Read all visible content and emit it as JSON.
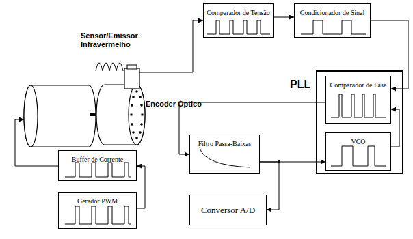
{
  "diagram": {
    "nodes": [
      {
        "text": [
          "Comparador de Tensão"
        ]
      },
      {
        "text": [
          "Condicionador de Sinal"
        ]
      },
      {
        "text": [
          "PLL"
        ]
      },
      {
        "text": [
          "Comparador de Fase"
        ],
        "in": 2
      },
      {
        "text": [
          "VCO"
        ],
        "in": 2
      },
      {
        "text": [
          "Filtro Passa-Baixas"
        ]
      },
      {
        "text": [
          "Buffer de Corrente"
        ]
      },
      {
        "text": [
          "Conversor A/D"
        ]
      },
      {
        "text": [
          "Gerador PWM"
        ]
      }
    ],
    "edges": [
      {
        "from": 0,
        "to": 1,
        "arrow": "to"
      },
      {
        "from": 1,
        "to": 3,
        "arrow": "to"
      },
      {
        "from": 3,
        "to": 5,
        "arrow": "to"
      },
      {
        "from": 5,
        "to": 4,
        "arrow": "to"
      },
      {
        "from": 5,
        "to": 7,
        "arrow": "to"
      },
      {
        "from": 4,
        "to": 3,
        "arrow": "to"
      },
      {
        "from": 8,
        "to": 6,
        "arrow": "to"
      }
    ],
    "labels": [
      "Sensor/Emissor Infravermelho",
      "Encoder Óptico"
    ]
  }
}
